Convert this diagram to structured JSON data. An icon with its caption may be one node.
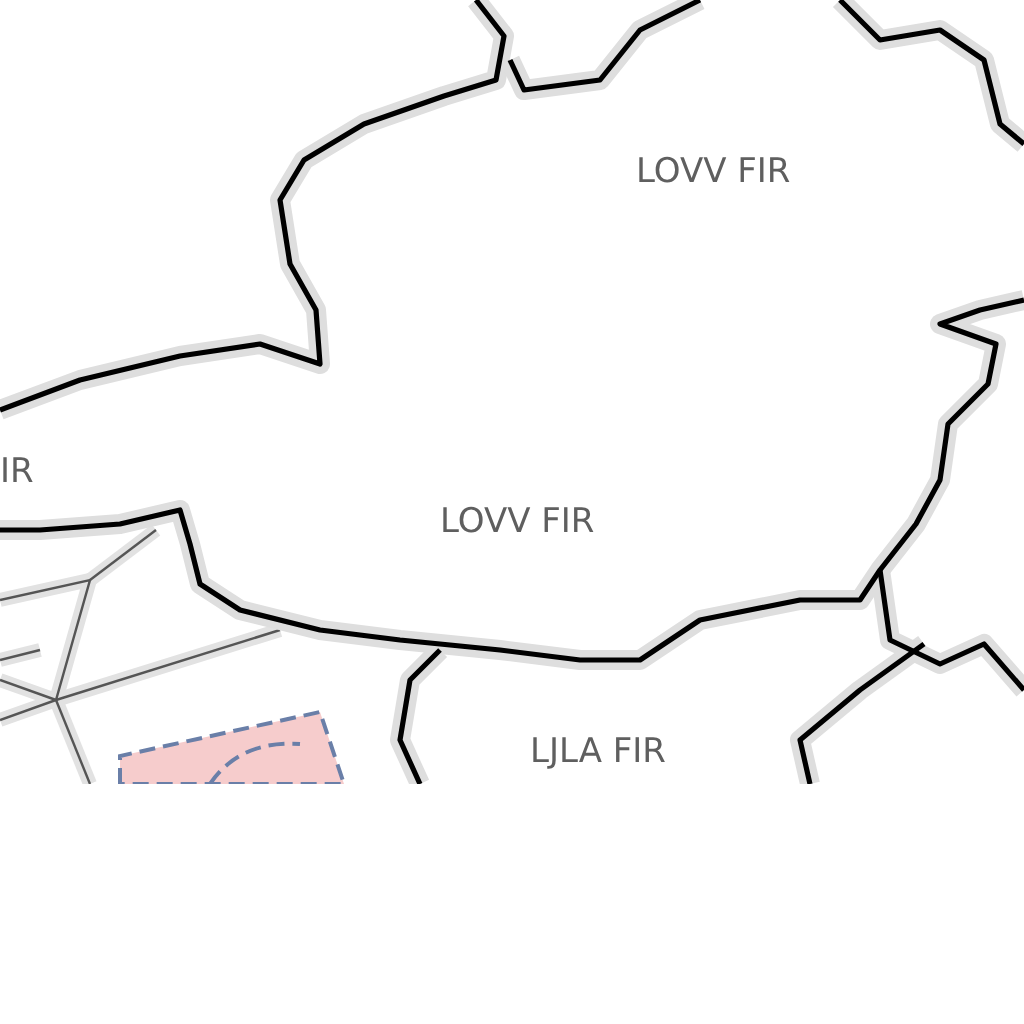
{
  "diagram": {
    "labels": [
      "LOVV FIR",
      "IR",
      "LOVV FIR",
      "LJLA FIR"
    ]
  }
}
